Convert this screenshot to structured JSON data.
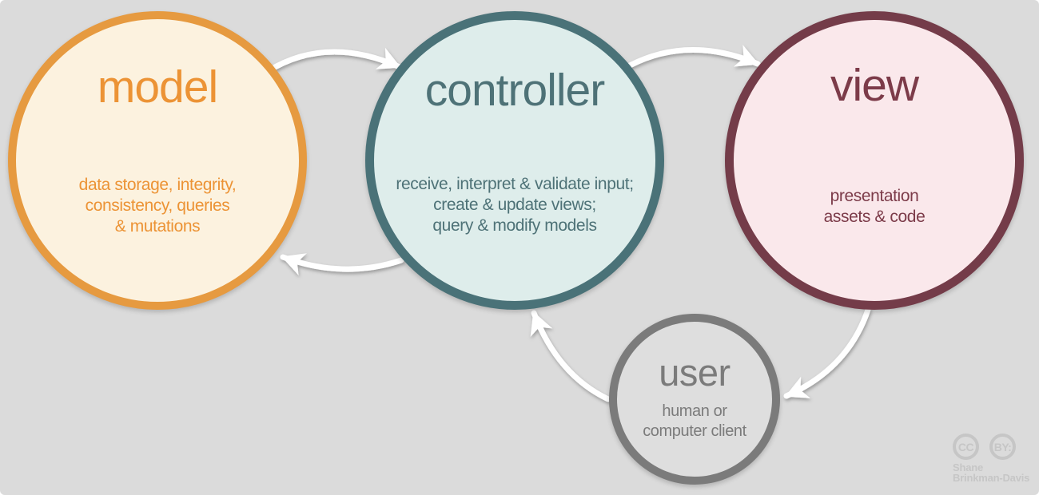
{
  "background": "#dbdbdb",
  "arrow_color": "#ffffff",
  "nodes": {
    "model": {
      "label": "model",
      "line1": "data storage, integrity,",
      "line2": "consistency, queries",
      "line3": "& mutations",
      "border_color": "#e69a40",
      "fill_color": "#fcf2df",
      "text_color": "#ec9335"
    },
    "controller": {
      "label": "controller",
      "line1": "receive, interpret & validate input;",
      "line2": "create & update views;",
      "line3": "query & modify models",
      "border_color": "#4a7278",
      "fill_color": "#deedeb",
      "text_color": "#4e7277"
    },
    "view": {
      "label": "view",
      "line1": "presentation",
      "line2": "assets & code",
      "border_color": "#743c49",
      "fill_color": "#fae8eb",
      "text_color": "#7c3b49"
    },
    "user": {
      "label": "user",
      "line1": "human or",
      "line2": "computer client",
      "border_color": "#7b7b7b",
      "fill_color": "#dedede",
      "text_color": "#7b7b7b"
    }
  },
  "edges": [
    {
      "from": "model",
      "to": "controller"
    },
    {
      "from": "controller",
      "to": "view"
    },
    {
      "from": "controller",
      "to": "model"
    },
    {
      "from": "view",
      "to": "user"
    },
    {
      "from": "user",
      "to": "controller"
    }
  ],
  "attribution": {
    "cc_label": "CC",
    "by_label": "BY:",
    "author_line1": "Shane",
    "author_line2": "Brinkman-Davis",
    "color": "#c6c6c6"
  }
}
